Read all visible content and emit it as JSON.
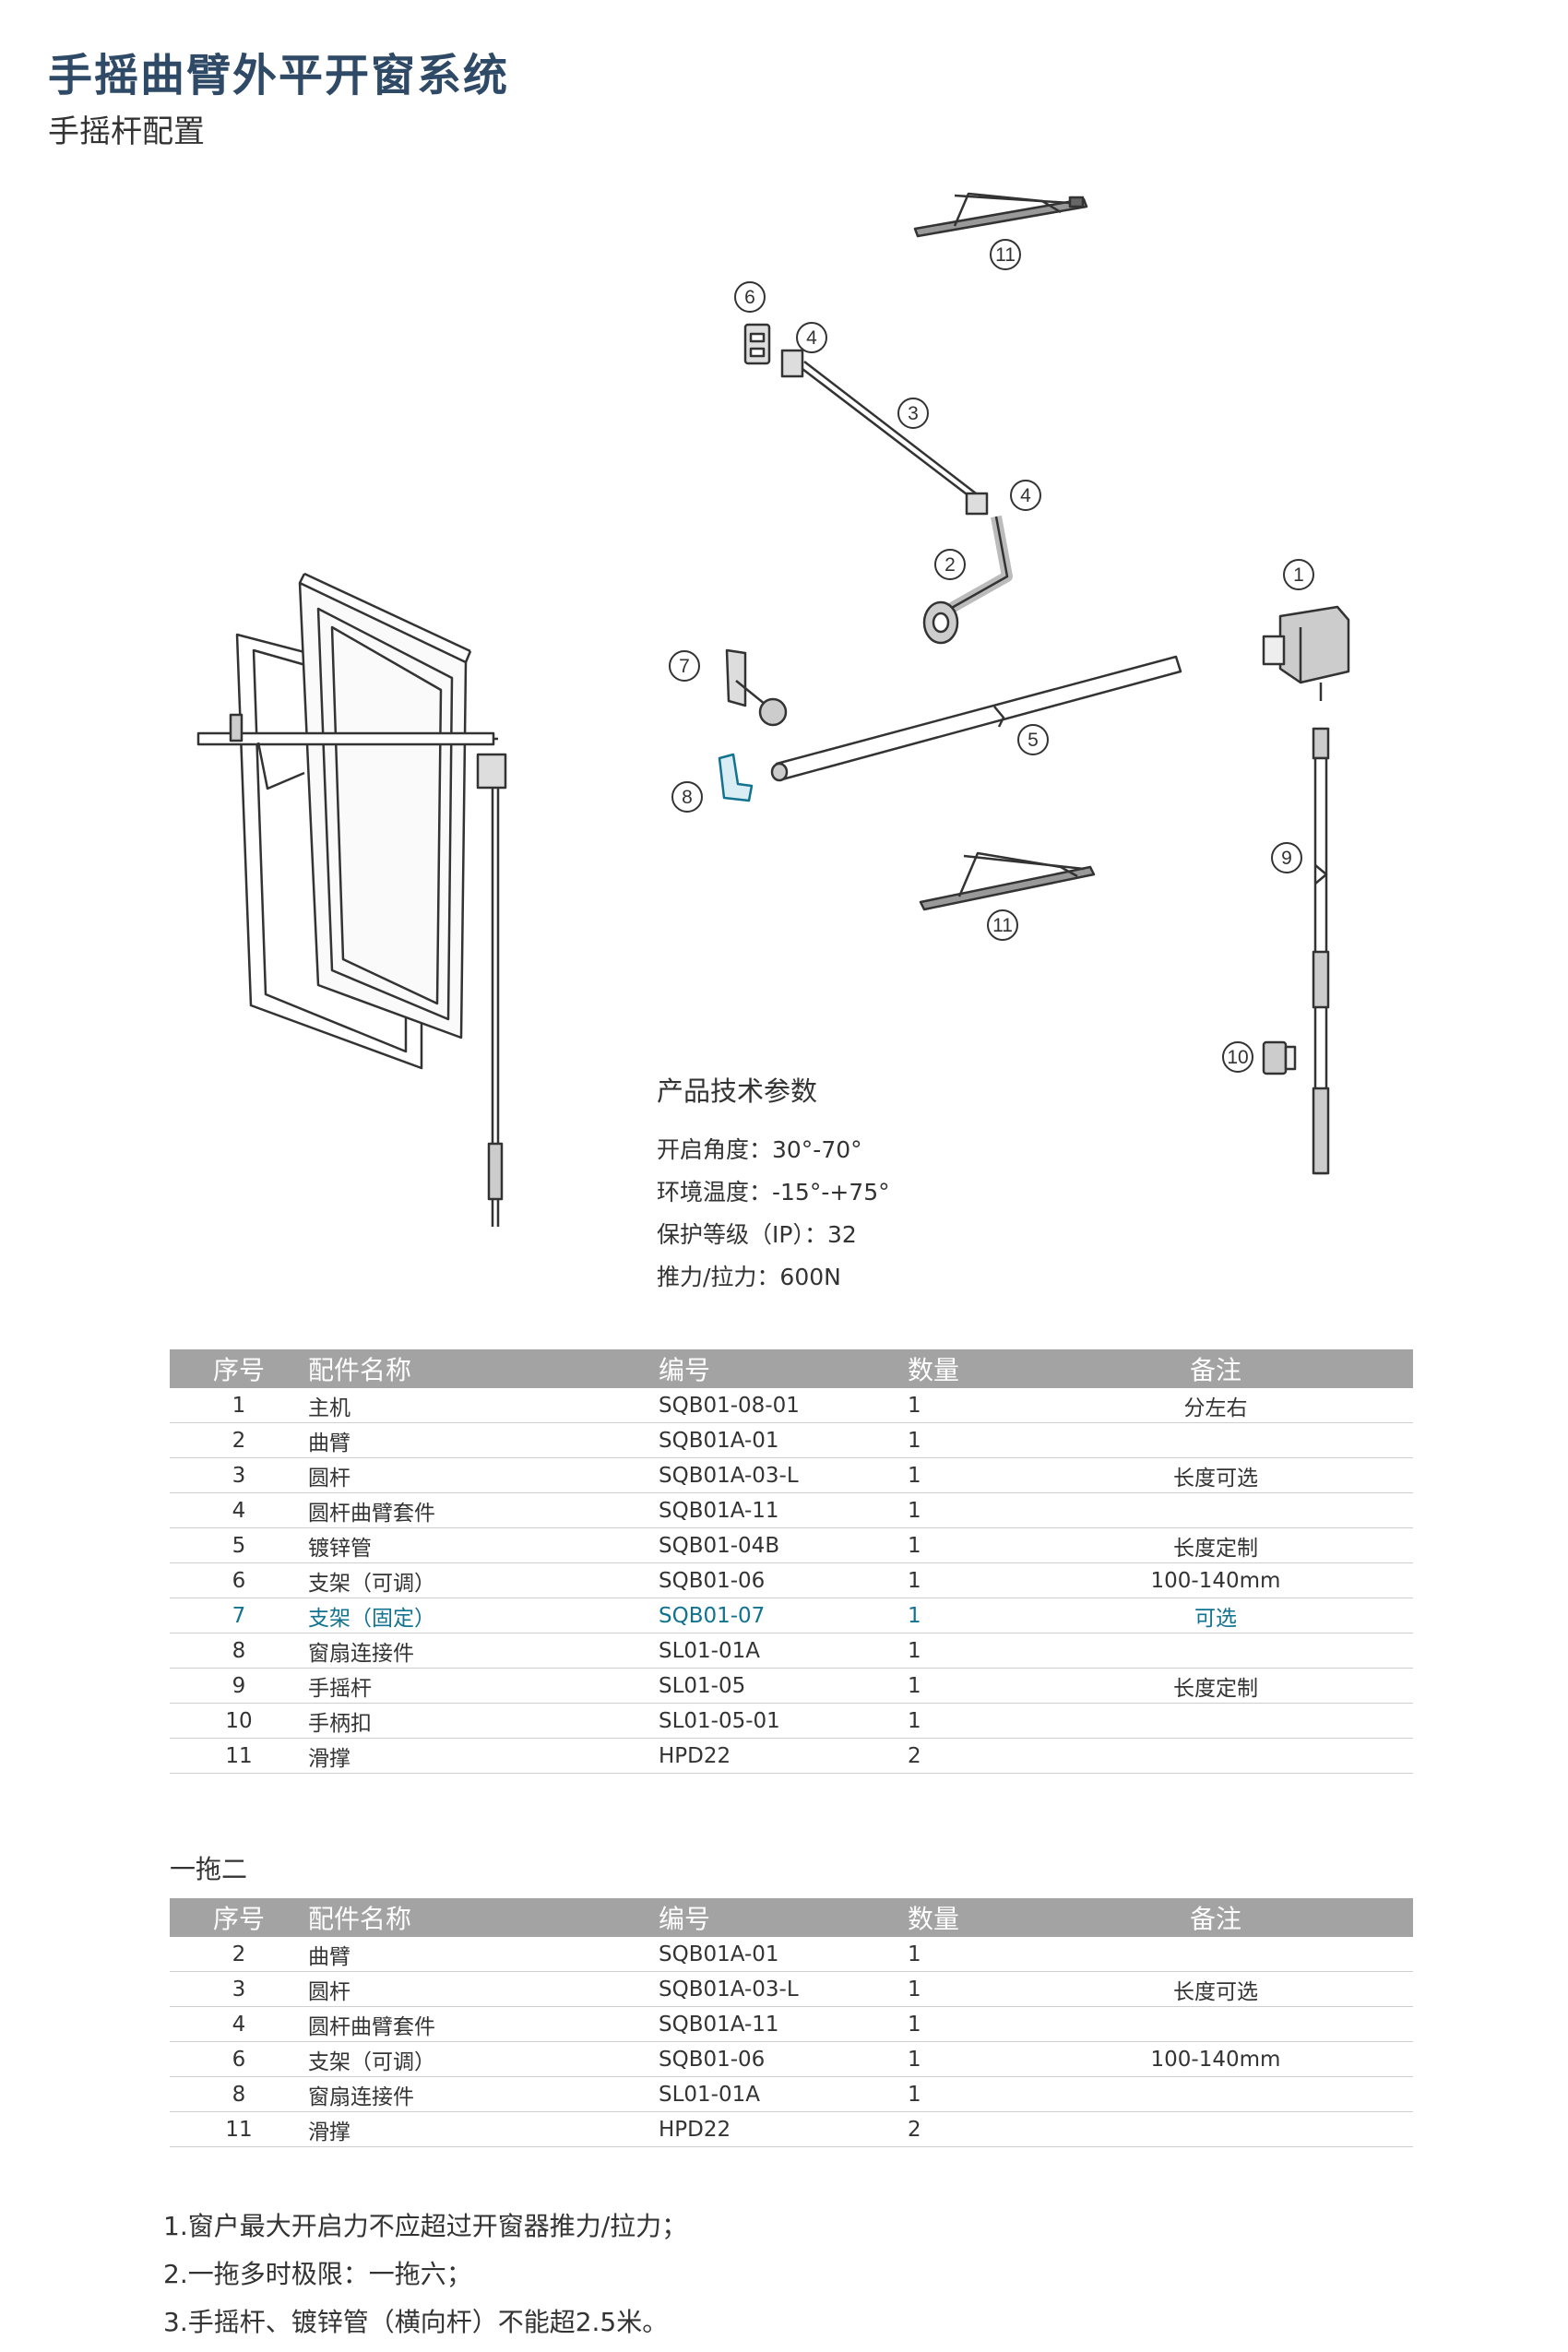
{
  "header": {
    "title": "手摇曲臂外平开窗系统",
    "subtitle": "手摇杆配置"
  },
  "callouts": [
    "1",
    "2",
    "3",
    "4",
    "4",
    "5",
    "6",
    "7",
    "8",
    "9",
    "10",
    "11",
    "11"
  ],
  "colors": {
    "title": "#2f4a66",
    "header_bg": "#a3a3a3",
    "highlight": "#11738f"
  },
  "specs": {
    "heading": "产品技术参数",
    "lines": [
      "开启角度：30°-70°",
      "环境温度：-15°-+75°",
      "保护等级（IP）：32",
      "推力/拉力：600N"
    ]
  },
  "table_headers": [
    "序号",
    "配件名称",
    "编号",
    "数量",
    "备注"
  ],
  "table1": {
    "rows": [
      [
        "1",
        "主机",
        "SQB01-08-01",
        "1",
        "分左右"
      ],
      [
        "2",
        "曲臂",
        "SQB01A-01",
        "1",
        ""
      ],
      [
        "3",
        "圆杆",
        "SQB01A-03-L",
        "1",
        "长度可选"
      ],
      [
        "4",
        "圆杆曲臂套件",
        "SQB01A-11",
        "1",
        ""
      ],
      [
        "5",
        "镀锌管",
        "SQB01-04B",
        "1",
        "长度定制"
      ],
      [
        "6",
        "支架（可调）",
        "SQB01-06",
        "1",
        "100-140mm"
      ],
      [
        "7",
        "支架（固定）",
        "SQB01-07",
        "1",
        "可选"
      ],
      [
        "8",
        "窗扇连接件",
        "SL01-01A",
        "1",
        ""
      ],
      [
        "9",
        "手摇杆",
        "SL01-05",
        "1",
        "长度定制"
      ],
      [
        "10",
        "手柄扣",
        "SL01-05-01",
        "1",
        ""
      ],
      [
        "11",
        "滑撑",
        "HPD22",
        "2",
        ""
      ]
    ]
  },
  "section2_label": "一拖二",
  "table2": {
    "rows": [
      [
        "2",
        "曲臂",
        "SQB01A-01",
        "1",
        ""
      ],
      [
        "3",
        "圆杆",
        "SQB01A-03-L",
        "1",
        "长度可选"
      ],
      [
        "4",
        "圆杆曲臂套件",
        "SQB01A-11",
        "1",
        ""
      ],
      [
        "6",
        "支架（可调）",
        "SQB01-06",
        "1",
        "100-140mm"
      ],
      [
        "8",
        "窗扇连接件",
        "SL01-01A",
        "1",
        ""
      ],
      [
        "11",
        "滑撑",
        "HPD22",
        "2",
        ""
      ]
    ]
  },
  "notes": [
    "1.窗户最大开启力不应超过开窗器推力/拉力；",
    "2.一拖多时极限：一拖六；",
    "3.手摇杆、镀锌管（横向杆）不能超2.5米。"
  ]
}
